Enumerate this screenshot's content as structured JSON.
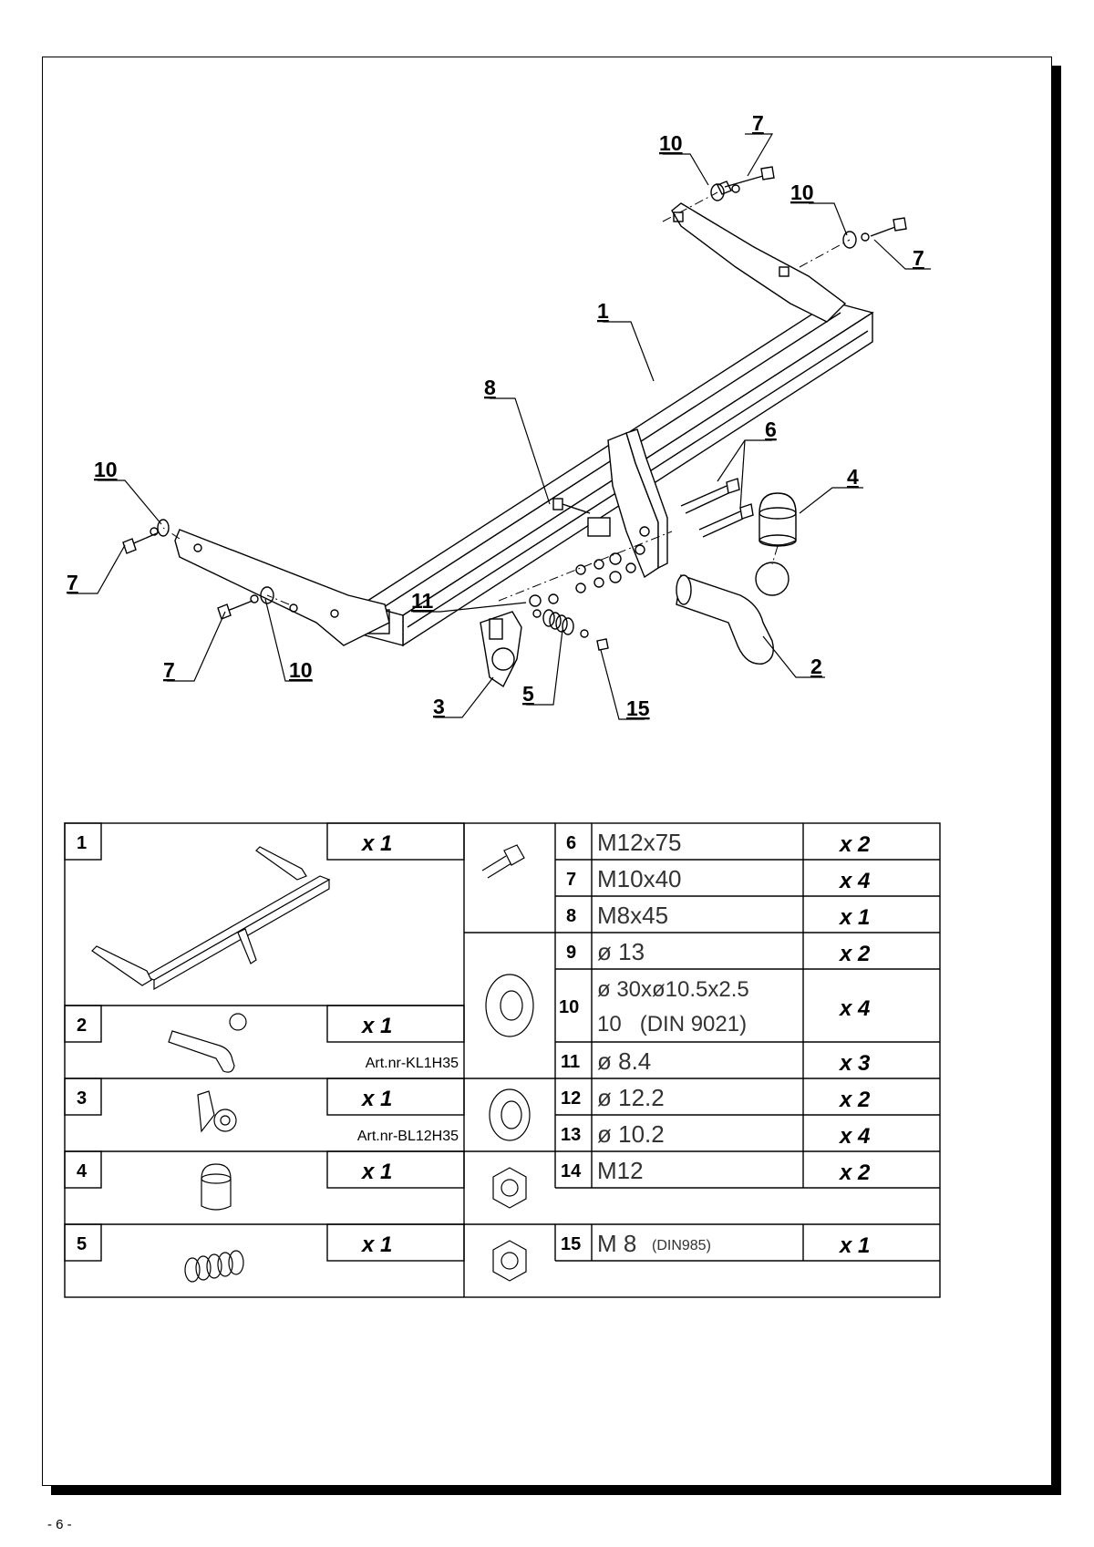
{
  "page_number": "- 6 -",
  "callouts": [
    {
      "label": "1"
    },
    {
      "label": "2"
    },
    {
      "label": "3"
    },
    {
      "label": "4"
    },
    {
      "label": "5"
    },
    {
      "label": "6"
    },
    {
      "label": "7"
    },
    {
      "label": "7"
    },
    {
      "label": "7"
    },
    {
      "label": "7"
    },
    {
      "label": "8"
    },
    {
      "label": "10"
    },
    {
      "label": "10"
    },
    {
      "label": "10"
    },
    {
      "label": "10"
    },
    {
      "label": "11"
    },
    {
      "label": "15"
    }
  ],
  "parts_left": [
    {
      "num": "1",
      "qty": "x 1",
      "art": ""
    },
    {
      "num": "2",
      "qty": "x 1",
      "art": "Art.nr-KL1H35"
    },
    {
      "num": "3",
      "qty": "x 1",
      "art": "Art.nr-BL12H35"
    },
    {
      "num": "4",
      "qty": "x 1",
      "art": ""
    },
    {
      "num": "5",
      "qty": "x 1",
      "art": ""
    }
  ],
  "parts_right": [
    {
      "num": "6",
      "spec": "M12x75",
      "qty": "x 2"
    },
    {
      "num": "7",
      "spec": "M10x40",
      "qty": "x 4"
    },
    {
      "num": "8",
      "spec": "M8x45",
      "qty": "x 1"
    },
    {
      "num": "9",
      "spec": "ø 13",
      "qty": "x 2"
    },
    {
      "num": "10",
      "spec": "ø 30xø10.5x2.5",
      "spec2": "10   (DIN 9021)",
      "qty": "x 4"
    },
    {
      "num": "11",
      "spec": "ø 8.4",
      "qty": "x 3"
    },
    {
      "num": "12",
      "spec": "ø 12.2",
      "qty": "x 2"
    },
    {
      "num": "13",
      "spec": "ø 10.2",
      "qty": "x 4"
    },
    {
      "num": "14",
      "spec": "M12",
      "qty": "x 2"
    },
    {
      "num": "15",
      "spec": "M 8",
      "spec_small": "(DIN985)",
      "qty": "x 1"
    }
  ],
  "icons": [
    "tow-bar-frame-icon",
    "ball-neck-icon",
    "socket-plate-icon",
    "ball-cap-icon",
    "spring-icon",
    "bolt-icon",
    "washer-icon",
    "spring-washer-icon",
    "hex-nut-icon",
    "lock-nut-icon"
  ]
}
